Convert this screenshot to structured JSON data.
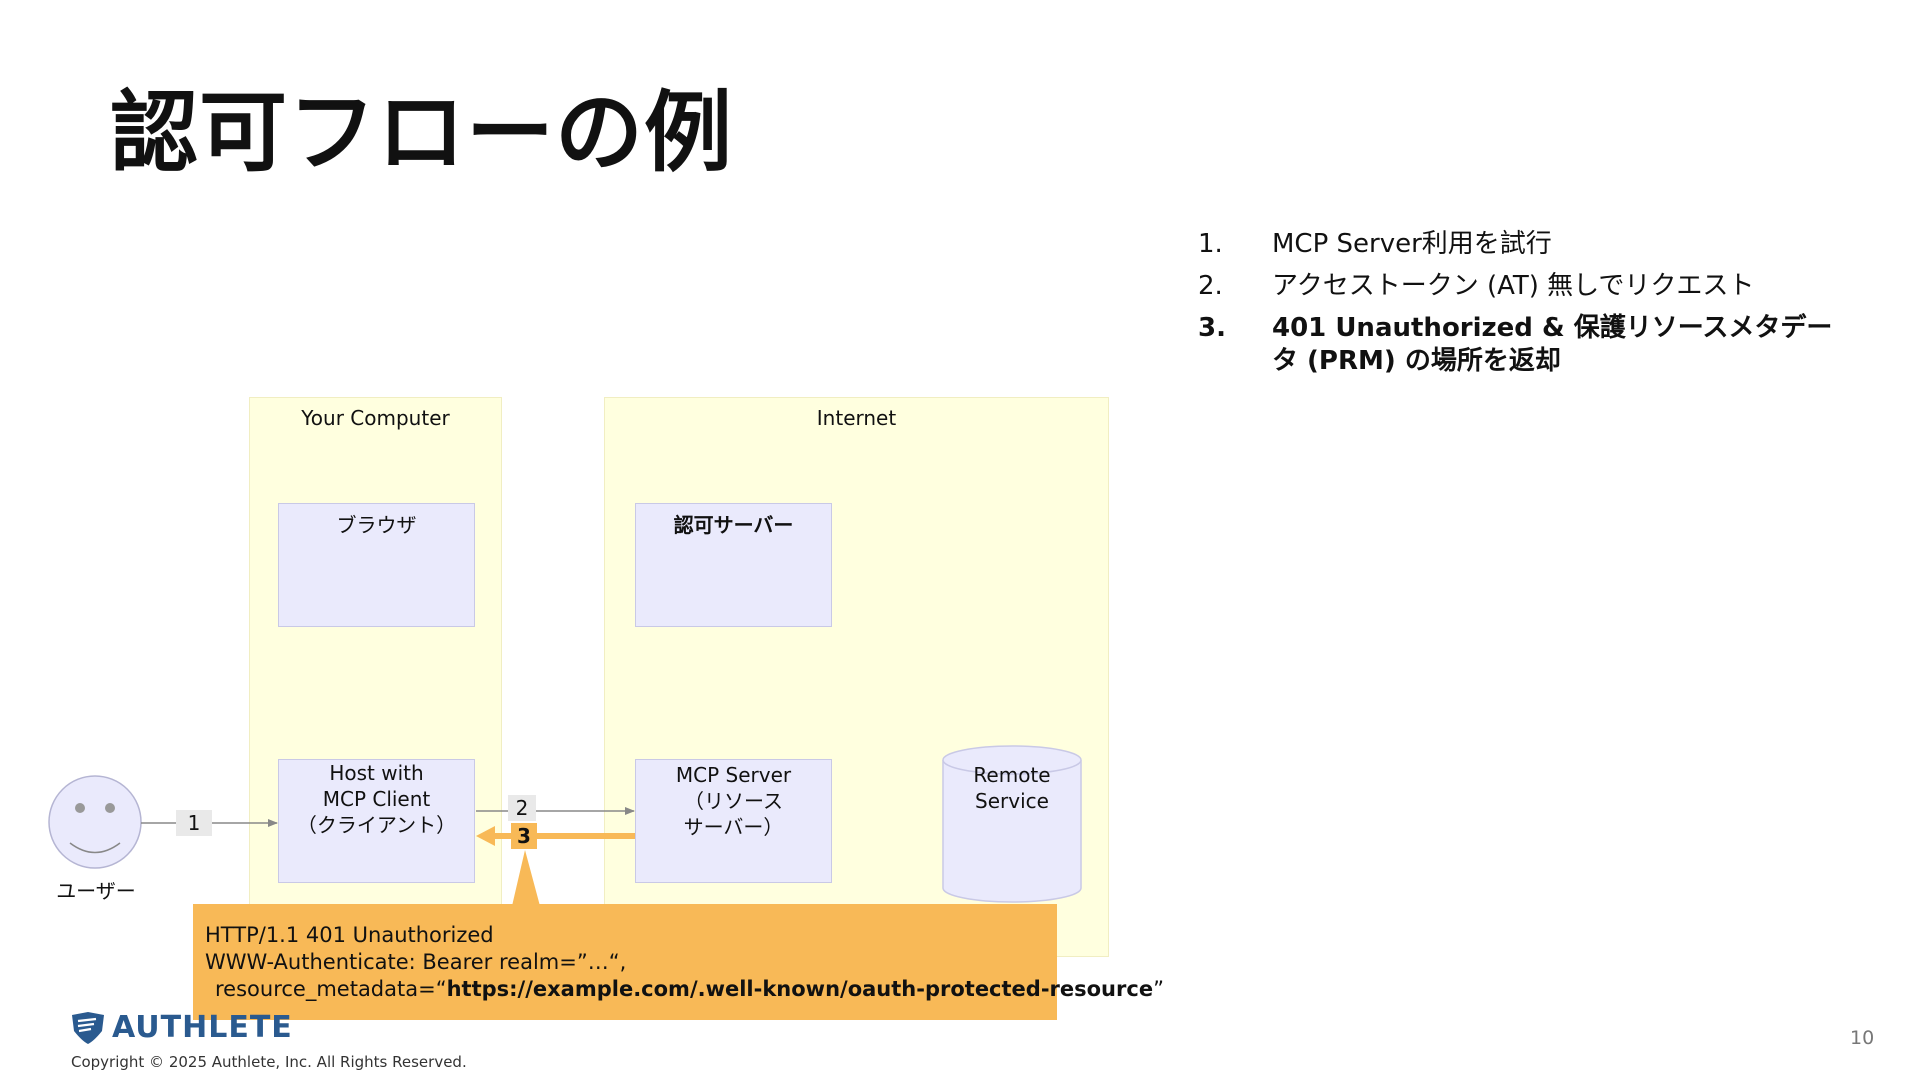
{
  "title": "認可フローの例",
  "steps": [
    {
      "num": "1.",
      "text": "MCP Server利用を試行",
      "bold": false
    },
    {
      "num": "2.",
      "text": "アクセストークン (AT) 無しでリクエスト",
      "bold": false
    },
    {
      "num": "3.",
      "text": "401 Unauthorized & 保護リソースメタデータ (PRM) の場所を返却",
      "bold": true
    }
  ],
  "diagram": {
    "zones": {
      "your_computer": "Your Computer",
      "internet": "Internet"
    },
    "browser": "ブラウザ",
    "auth_server": "認可サーバー",
    "host": [
      "Host with",
      "MCP Client",
      "（クライアント）"
    ],
    "mcp_server": [
      "MCP Server",
      "（リソース",
      "サーバー）"
    ],
    "remote_service": [
      "Remote",
      "Service"
    ],
    "user": "ユーザー",
    "arrow_labels": {
      "a1": "1",
      "a2": "2",
      "a3": "3"
    },
    "callout": {
      "line1": "HTTP/1.1 401 Unauthorized",
      "line2": "WWW-Authenticate: Bearer realm=”…“,",
      "line3_prefix": "resource_metadata=“",
      "line3_url": "https://example.com/.well-known/oauth-protected-resource",
      "line3_suffix": "”"
    }
  },
  "footer": {
    "logo": "AUTHLETE",
    "copyright": "Copyright © 2025 Authlete, Inc. All Rights Reserved.",
    "page": "10"
  },
  "colors": {
    "zone_bg": "#ffffdf",
    "box_bg": "#eaeafc",
    "highlight": "#f8b957",
    "brand": "#2a5a8f"
  }
}
